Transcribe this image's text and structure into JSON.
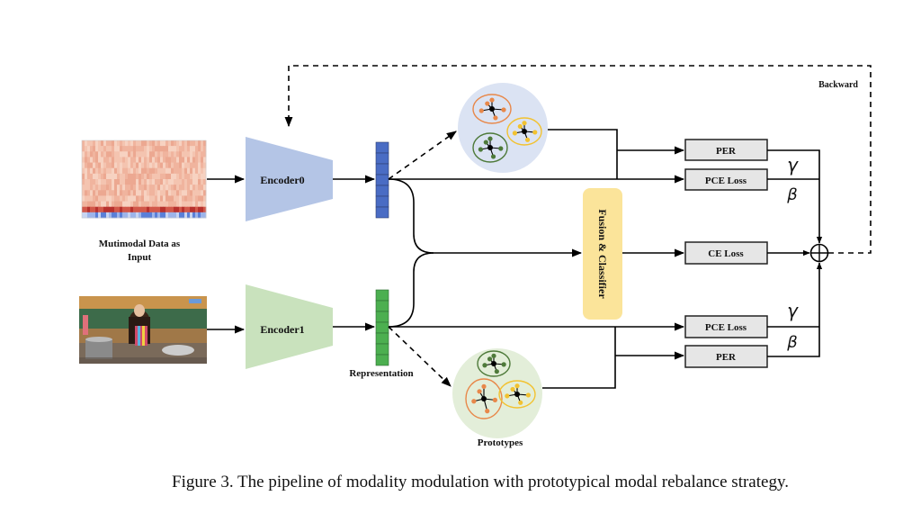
{
  "figure": {
    "caption": "Figure 3. The pipeline of modality modulation with prototypical modal rebalance strategy.",
    "input_label_line1": "Mutimodal Data as",
    "input_label_line2": "Input",
    "backward_label": "Backward",
    "representation_label": "Representation",
    "prototypes_label": "Prototypes",
    "encoders": [
      {
        "label": "Encoder0",
        "color": "#b4c5e6",
        "modality": "audio-spectrogram"
      },
      {
        "label": "Encoder1",
        "color": "#c9e2bd",
        "modality": "video-frame"
      }
    ],
    "representation_colors": {
      "top": "#4a6cc4",
      "bottom": "#4caf50"
    },
    "prototype_circle_colors": {
      "top": "#dbe3f3",
      "bottom": "#e3eed9"
    },
    "cluster_colors": {
      "orange": "#e8884a",
      "yellow": "#f2c230",
      "green": "#4e7a3a"
    },
    "fusion": {
      "label": "Fusion & Classifier",
      "color": "#fbe49a"
    },
    "loss_boxes": {
      "top": [
        {
          "label": "PER"
        },
        {
          "label": "PCE Loss"
        }
      ],
      "middle": {
        "label": "CE Loss"
      },
      "bottom": [
        {
          "label": "PCE Loss"
        },
        {
          "label": "PER"
        }
      ]
    },
    "weights": {
      "gamma": "γ",
      "beta": "β"
    },
    "sum_symbol": "⊕",
    "loss_box_color": "#e6e6e6"
  }
}
